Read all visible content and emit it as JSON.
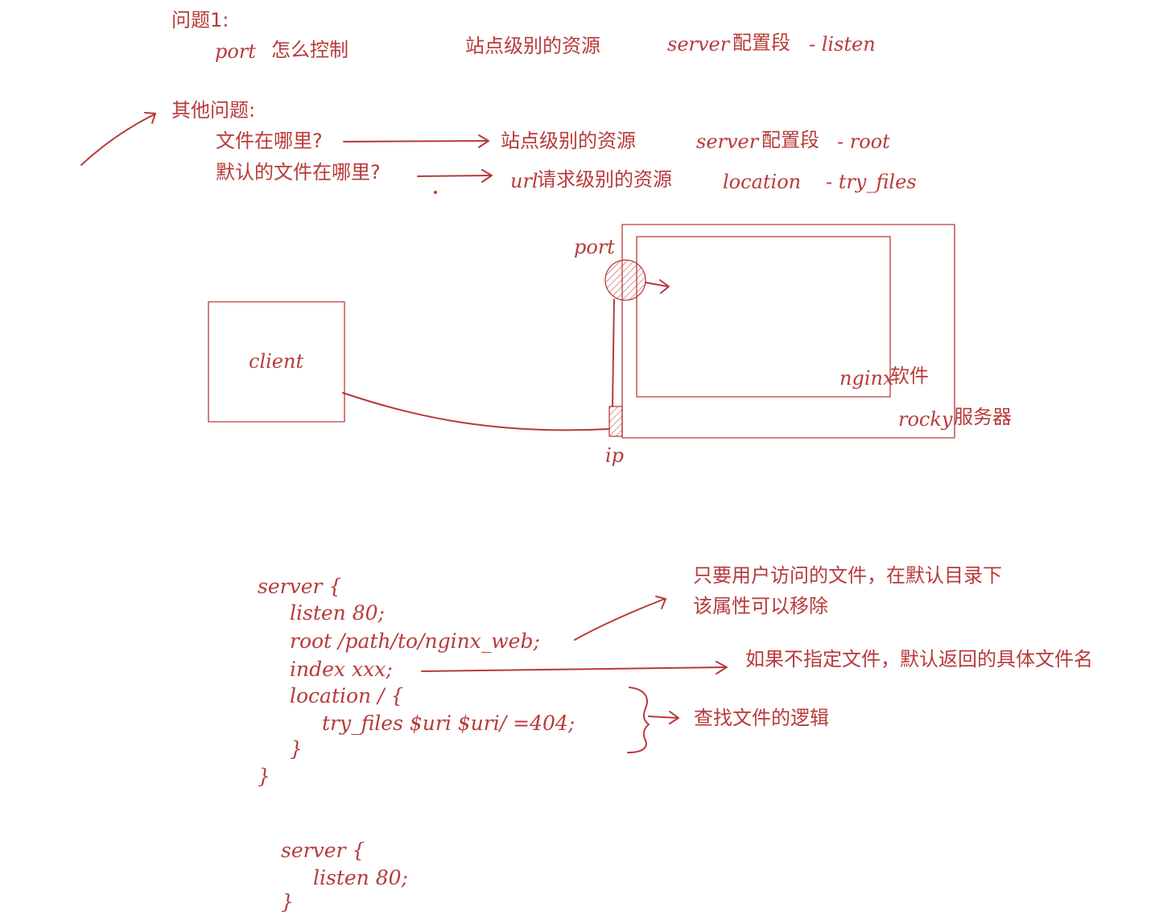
{
  "colors": {
    "ink": "#b83a3a",
    "background": "#ffffff"
  },
  "questions": {
    "q1_title": "问题1:",
    "q1_port": "port",
    "q1_port_text": "怎么控制",
    "q1_scope": "站点级别的资源",
    "q1_directive_a": "server",
    "q1_directive_b": "配置段",
    "q1_directive_c": "- listen",
    "other_title": "其他问题:",
    "where_files": "文件在哪里?",
    "where_files_scope": "站点级别的资源",
    "where_files_directive_a": "server",
    "where_files_directive_b": "配置段",
    "where_files_directive_c": "- root",
    "default_files": "默认的文件在哪里?",
    "default_files_scope_a": "url",
    "default_files_scope_b": "请求级别的资源",
    "default_files_directive_a": "location",
    "default_files_directive_b": "- try_files"
  },
  "diagram": {
    "client": "client",
    "port": "port",
    "ip": "ip",
    "nginx_a": "nginx",
    "nginx_b": "软件",
    "rocky_a": "rocky",
    "rocky_b": "服务器"
  },
  "code1": {
    "l1": "server {",
    "l2": "listen 80;",
    "l3": "root /path/to/nginx_web;",
    "l4": "index  xxx;",
    "l5": "location / {",
    "l6": "try_files $uri $uri/ =404;",
    "l7": "}",
    "l8": "}"
  },
  "notes": {
    "root_note_1": "只要用户访问的文件，在默认目录下",
    "root_note_2": "该属性可以移除",
    "index_note": "如果不指定文件，默认返回的具体文件名",
    "location_note": "查找文件的逻辑"
  },
  "code2": {
    "l1": "server {",
    "l2": "listen 80;",
    "l3": "}"
  }
}
